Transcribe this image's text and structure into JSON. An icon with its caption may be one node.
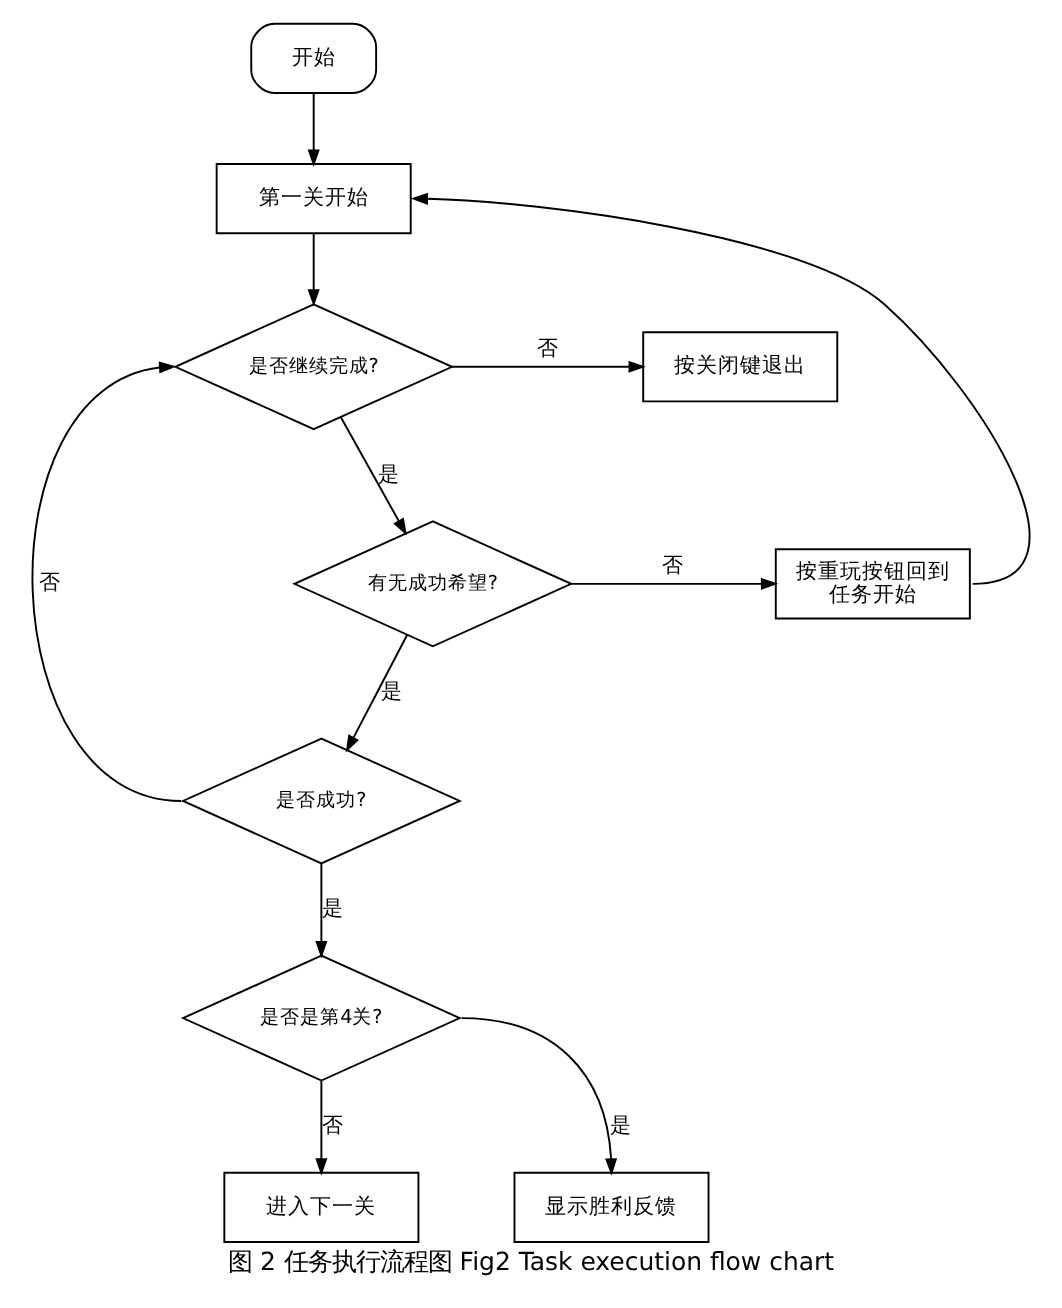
{
  "diagram": {
    "caption": "图 2 任务执行流程图 Fig2 Task execution flow chart",
    "nodes": [
      {
        "text": [
          "开始"
        ]
      },
      {
        "text": [
          "第一关开始"
        ]
      },
      {
        "text": [
          "是否继续完成?"
        ]
      },
      {
        "text": [
          "按关闭键退出"
        ]
      },
      {
        "text": [
          "有无成功希望?"
        ]
      },
      {
        "text": [
          "按重玩按钮回到任务开始"
        ]
      },
      {
        "text": [
          "是否成功?"
        ]
      },
      {
        "text": [
          "是否是第4关?"
        ]
      },
      {
        "text": [
          "显示胜利反馈"
        ]
      },
      {
        "text": [
          "进入下一关"
        ]
      }
    ],
    "edges": [
      {
        "from": 0,
        "to": 1,
        "arrow": "to"
      },
      {
        "from": 1,
        "to": 2,
        "arrow": "to"
      },
      {
        "from": 2,
        "to": 3,
        "arrow": "to",
        "label": "否"
      },
      {
        "from": 2,
        "to": 4,
        "arrow": "to",
        "label": "是"
      },
      {
        "from": 4,
        "to": 5,
        "arrow": "to",
        "label": "否"
      },
      {
        "from": 5,
        "to": 1,
        "arrow": "to"
      },
      {
        "from": 4,
        "to": 6,
        "arrow": "to",
        "label": "是"
      },
      {
        "from": 6,
        "to": 2,
        "arrow": "to",
        "label": "否"
      },
      {
        "from": 6,
        "to": 7,
        "arrow": "to",
        "label": "是"
      },
      {
        "from": 7,
        "to": 8,
        "arrow": "to",
        "label": "是"
      },
      {
        "from": 7,
        "to": 9,
        "arrow": "to",
        "label": "否"
      }
    ]
  }
}
